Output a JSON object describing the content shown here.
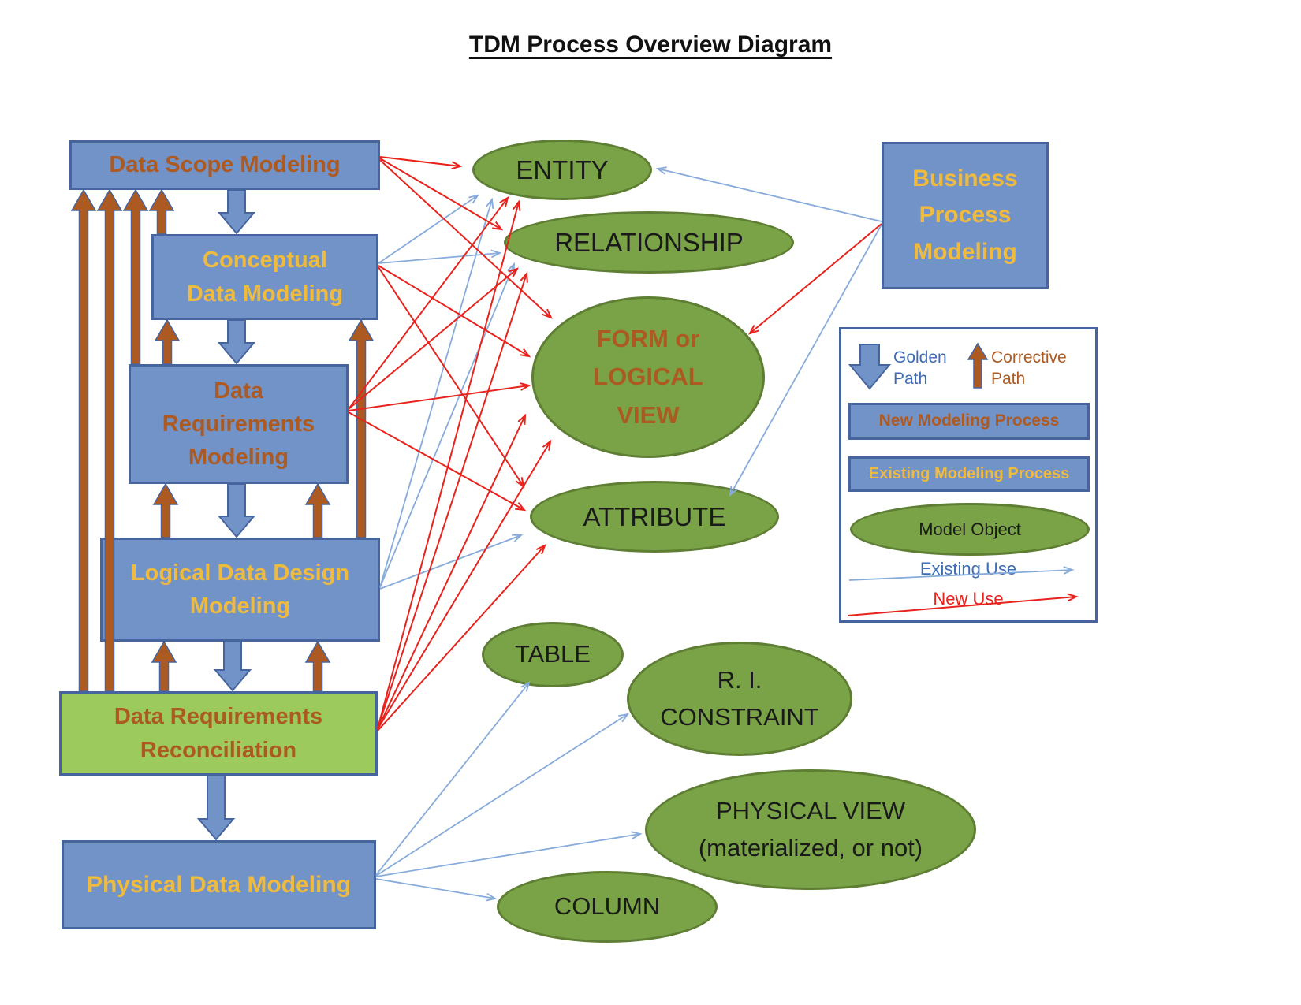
{
  "title": "TDM Process Overview Diagram",
  "boxes": {
    "data_scope": {
      "label": "Data Scope Modeling"
    },
    "conceptual": {
      "line1": "Conceptual",
      "line2": "Data Modeling"
    },
    "data_requirements": {
      "line1": "Data",
      "line2": "Requirements",
      "line3": "Modeling"
    },
    "logical": {
      "line1": "Logical Data Design",
      "line2": "Modeling"
    },
    "reconciliation": {
      "line1": "Data Requirements",
      "line2": "Reconciliation"
    },
    "physical": {
      "label": "Physical Data Modeling"
    },
    "business": {
      "line1": "Business",
      "line2": "Process",
      "line3": "Modeling"
    }
  },
  "objects": {
    "entity": {
      "label": "ENTITY"
    },
    "relationship": {
      "label": "RELATIONSHIP"
    },
    "form_or_logical_view": {
      "line1": "FORM or",
      "line2": "LOGICAL",
      "line3": "VIEW"
    },
    "attribute": {
      "label": "ATTRIBUTE"
    },
    "table": {
      "label": "TABLE"
    },
    "ri_constraint": {
      "line1": "R. I.",
      "line2": "CONSTRAINT"
    },
    "physical_view": {
      "line1": "PHYSICAL VIEW",
      "line2": "(materialized, or not)"
    },
    "column": {
      "label": "COLUMN"
    }
  },
  "legend": {
    "golden_path": {
      "line1": "Golden",
      "line2": "Path"
    },
    "corrective_path": {
      "line1": "Corrective",
      "line2": "Path"
    },
    "new_modeling_process": "New Modeling Process",
    "existing_modeling_process": "Existing Modeling Process",
    "model_object": "Model Object",
    "existing_use": "Existing Use",
    "new_use": "New Use"
  },
  "colors": {
    "process_fill": "#7293C7",
    "process_border": "#46659E",
    "object_fill": "#79A346",
    "object_border": "#5E7E33",
    "reconciliation_fill": "#9CCA5C",
    "corrective_brown": "#AC5A21",
    "gold_text": "#EFBB3F",
    "existing_use_blue": "#87ABDB",
    "new_use_red": "#E8221C",
    "legend_blue_text": "#3E6DB5",
    "title_text": "#111111"
  }
}
